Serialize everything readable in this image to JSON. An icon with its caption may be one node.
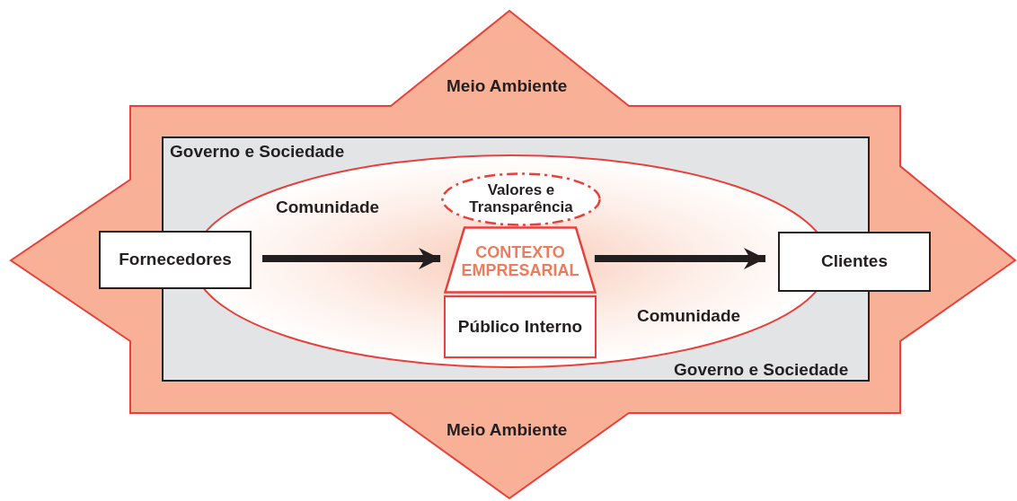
{
  "diagram": {
    "nodes": [
      {
        "text": [
          "Meio Ambiente",
          "Meio Ambiente"
        ]
      },
      {
        "text": [
          "Governo e Sociedade",
          "Governo e Sociedade"
        ],
        "in": 0
      },
      {
        "text": [
          "Comunidade",
          "Comunidade"
        ],
        "in": 1
      },
      {
        "text": [
          "Fornecedores"
        ],
        "in": 0
      },
      {
        "text": [
          "Valores e Transparência"
        ],
        "in": 2
      },
      {
        "text": [
          "CONTEXTO EMPRESARIAL"
        ],
        "in": 2
      },
      {
        "text": [
          "Público Interno"
        ],
        "in": 2
      },
      {
        "text": [
          "Clientes"
        ],
        "in": 0
      }
    ],
    "edges": [
      {
        "from": 3,
        "to": 5,
        "arrow": "to"
      },
      {
        "from": 5,
        "to": 7,
        "arrow": "to"
      }
    ]
  }
}
